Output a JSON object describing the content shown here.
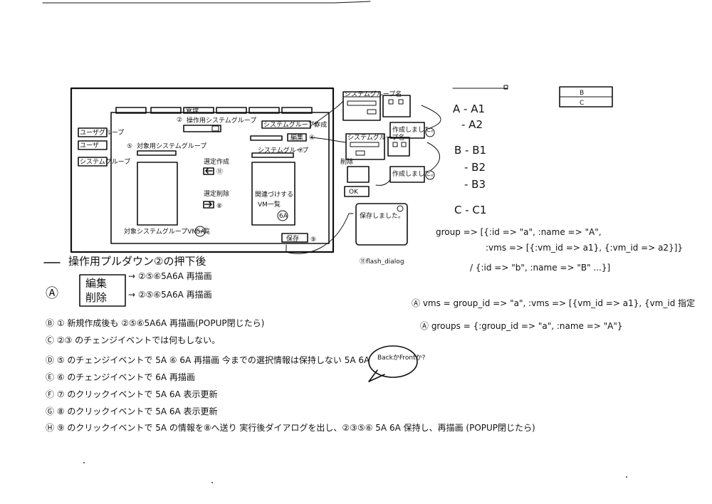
{
  "wireframe": {
    "sidebar": [
      "ユーザグループ",
      "ユーザ",
      "システムグループ"
    ],
    "tab_label": "管理",
    "op_dropdown": {
      "num": "②",
      "label": "操作用システムグループ"
    },
    "target_list": {
      "num": "⑤",
      "label": "対象用システムグループ"
    },
    "add_label": "選定作成",
    "add_num": "⑪",
    "remove_label": "選定削除",
    "remove_num": "⑧",
    "related_list": "関連づけする\nVM一覧",
    "related_num": "6A",
    "target_vm_caption": "対象システムグループVM一覧",
    "target_vm_num": "5A",
    "save_label": "保存",
    "save_num": "⑨",
    "sysgroup_btn": "システムグループ作成",
    "sysgroup_num": "①",
    "edit_btn": "編集",
    "edit_num": "④",
    "sysgroup_label": "システムグループ",
    "sysgroup_label_num": "⑦"
  },
  "popups": {
    "top": "システムグループ名",
    "middle": "システムグループ名",
    "bottom_left": "削除",
    "ok_left": "OK",
    "confirm1": "作成しました。",
    "confirm2": "作成しました。",
    "flash_text": "保存しました。",
    "flash_caption": "⑪flash_dialog"
  },
  "tree": [
    {
      "name": "A - A1",
      "child": "- A2"
    },
    {
      "name": "B - B1",
      "child": "- B2",
      "child2": "- B3"
    },
    {
      "name": "C - C1"
    }
  ],
  "box_right": {
    "top": "B",
    "bottom": "C"
  },
  "code": {
    "line1": "group => [{:id => \"a\", :name => \"A\",",
    "line2": ":vms => [{:vm_id => a1}, {:vm_id => a2}]}",
    "line3": "/ {:id => \"b\", :name => \"B\" ...}]",
    "line4": "Ⓐ vms = group_id => \"a\", :vms => [{vm_id => a1}, {vm_id 指定",
    "line5": "Ⓐ groups = {:group_id => \"a\", :name => \"A\"}"
  },
  "notes": {
    "heading": "操作用プルダウン②の押下後",
    "a_edit": "編集",
    "a_delete": "削除",
    "a_line1": "→ ②⑤⑥5A6A 再描画",
    "a_line2": "→ ②⑤⑥5A6A 再描画",
    "b_line": "Ⓑ ① 新規作成後も ②⑤⑥5A6A 再描画(POPUP閉じたら)",
    "c_line": "Ⓒ ②③ のチェンジイベントでは何もしない。",
    "d_line": "Ⓓ ⑤ のチェンジイベントで 5A ⑥ 6A 再描画 今までの選択情報は保持しない 5A 6A",
    "e_line": "Ⓔ ⑥ のチェンジイベントで 6A 再描画",
    "f_line": "Ⓕ ⑦ のクリックイベントで 5A 6A 表示更新",
    "g_line": "Ⓖ ⑧ のクリックイベントで 5A 6A 表示更新",
    "h_line": "Ⓗ ⑨ のクリックイベントで 5A の情報を⑧へ送り 実行後ダイアログを出し、②③⑤⑥ 5A 6A 保持し、再描画 (POPUP閉じたら)",
    "bubble": "BackかFrontか?"
  }
}
